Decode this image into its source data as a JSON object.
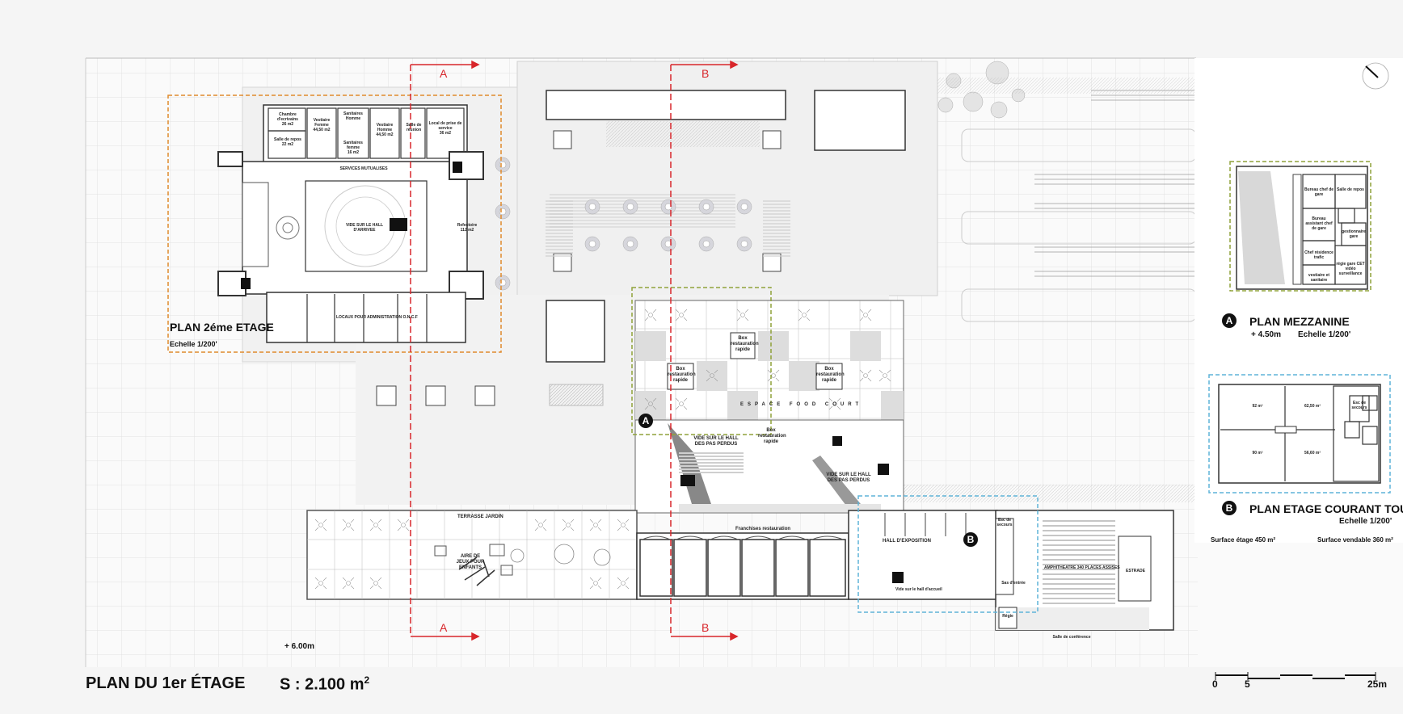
{
  "main_plan": {
    "title": "PLAN DU 1er ÉTAGE",
    "surface": "S : 2.100 m",
    "surface_exp": "2",
    "elevation": "+ 6.00m"
  },
  "sections": {
    "a_top": "A",
    "a_bottom": "A",
    "b_top": "B",
    "b_bottom": "B"
  },
  "plan_2eme": {
    "title": "PLAN 2éme ETAGE",
    "scale": "Echelle 1/200'",
    "rooms": {
      "chambre": "Chambre d'ecrivains",
      "chambre_area": "26 m2",
      "salle_repos": "Salle de repos",
      "salle_repos_area": "22 m2",
      "vestiaire_f": "Vestiaire Femme",
      "vestiaire_f_area": "44,50 m2",
      "sanitaire_h": "Sanitaires Homme",
      "sanitaire_f": "Sanitaires femme",
      "sanitaire_f_area": "16 m2",
      "vestiaire_h": "Vestiaire Homme",
      "vestiaire_h_area": "44,50 m2",
      "salle_reunion": "Salle de réunion",
      "local_service": "Local de prise de service",
      "local_service_area": "36 m2",
      "services": "SERVICES MUTUALISES",
      "vide_hall": "VIDE SUR LE HALL D'ARRIVEE",
      "refectoire": "Refectoire",
      "refectoire_area": "112 m2",
      "locaux": "LOCAUX POUR ADMINISTRATION O.N.C.F"
    }
  },
  "center_labels": {
    "box1": "Box restauration rapide",
    "box2": "Box restauration rapide",
    "box3": "Box restauration rapide",
    "box4": "Box restauration rapide",
    "food_court": "ESPACE FOOD COURT",
    "vide_pas_perdus_1": "VIDE SUR LE HALL DES PAS PERDUS",
    "vide_pas_perdus_2": "VIDE SUR LE HALL DES PAS PERDUS",
    "franchises": "Franchises restauration",
    "terrasse": "TERRASSE JARDIN",
    "aire_jeux": "AIRE DE JEUX POUR ENFANTS",
    "hall_expo": "HALL D'EXPOSITION",
    "vide_accueil": "Vide sur le hall d'accueil",
    "esc_secours": "Esc de secours",
    "sas": "Sas d'entrée",
    "regie": "Régie",
    "amphi": "AMPHITHEATRE 340 PLACES ASSISES",
    "estrade": "ESTRADE",
    "salle_conf": "Salle de conférence"
  },
  "mezzanine": {
    "badge": "A",
    "title": "PLAN MEZZANINE",
    "level": "+ 4.50m",
    "scale": "Echelle 1/200'",
    "rooms": [
      "Bureau chef de gare",
      "Salle de repos",
      "Bureau assistant chef de gare",
      "gestionnaire gare",
      "Chef résidence trafic",
      "régie gare CET vidéo surveillance",
      "vestiaire et sanitaire"
    ]
  },
  "tour": {
    "badge": "B",
    "title": "PLAN ETAGE COURANT TOUR",
    "scale": "Echelle 1/200'",
    "rooms": [
      "92 m²",
      "62,50 m²",
      "90 m²",
      "56,60 m²",
      "Esc de secours"
    ],
    "surface_etage": "Surface étage 450 m²",
    "surface_vendable": "Surface vendable 360 m²"
  },
  "scale_bar": {
    "t0": "0",
    "t1": "5",
    "t2": "25m"
  },
  "colors": {
    "section_line": "#d8262b",
    "plan2": "#e08a2c",
    "mezz": "#8fa23a",
    "tour": "#5fb3d8"
  }
}
